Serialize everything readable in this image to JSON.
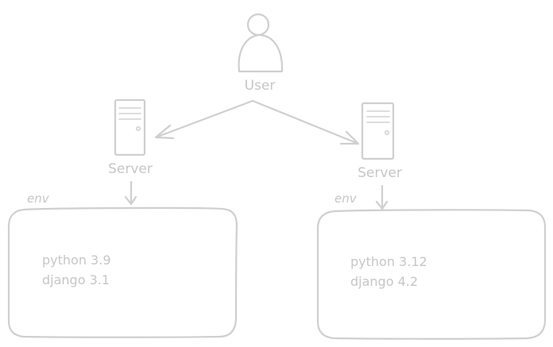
{
  "user": {
    "label": "User",
    "icon": "user-icon"
  },
  "servers": [
    {
      "label": "Server",
      "icon": "server-icon"
    },
    {
      "label": "Server",
      "icon": "server-icon"
    }
  ],
  "envs": [
    {
      "label": "env",
      "lines": [
        "python 3.9",
        "django 3.1"
      ]
    },
    {
      "label": "env",
      "lines": [
        "python 3.12",
        "django 4.2"
      ]
    }
  ],
  "colors": {
    "stroke": "#cfcfcf",
    "text": "#c6c6c6",
    "background": "#ffffff"
  }
}
